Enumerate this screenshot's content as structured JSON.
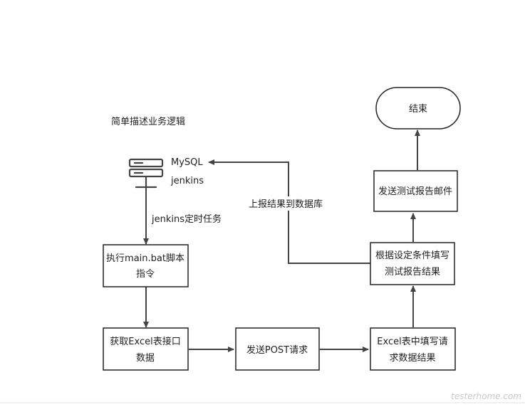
{
  "diagram": {
    "title": "简单描述业务逻辑",
    "server": {
      "label_line1": "MySQL",
      "label_line2": "jenkins"
    },
    "nodes": {
      "exec": [
        "执行main.bat脚本",
        "指令"
      ],
      "fetch": [
        "获取Excel表接口",
        "数据"
      ],
      "post": "发送POST请求",
      "fill": [
        "Excel表中填写请",
        "求数据结果"
      ],
      "report": [
        "根据设定条件填写",
        "测试报告结果"
      ],
      "email": "发送测试报告邮件",
      "end": "结束"
    },
    "edge_labels": {
      "timer": "jenkins定时任务",
      "upload": "上报结果到数据库"
    }
  },
  "watermark": "testerhome.com"
}
